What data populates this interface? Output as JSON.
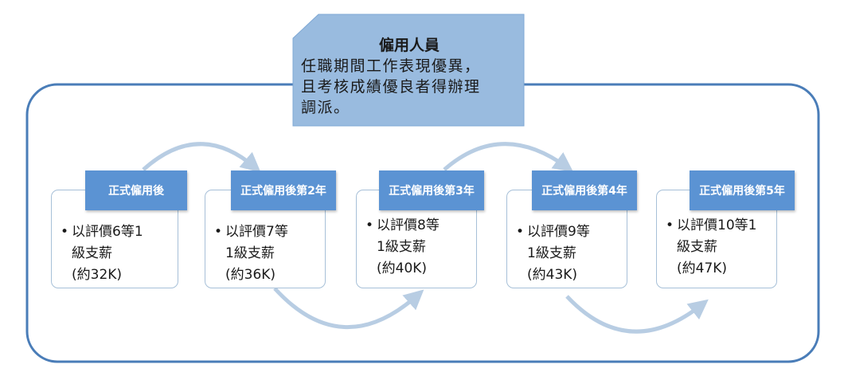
{
  "callout": {
    "title": "僱用人員",
    "lines": [
      "任職期間工作表現優異，",
      "且考核成績優良者得辦理",
      "調派。"
    ]
  },
  "stages": [
    {
      "header": "正式僱用後",
      "lines": [
        "以評價6等1",
        "級支薪",
        "(約32K)"
      ]
    },
    {
      "header": "正式僱用後第2年",
      "lines": [
        "以評價7等",
        "1級支薪",
        "(約36K)"
      ]
    },
    {
      "header": "正式僱用後第3年",
      "lines": [
        "以評價8等",
        "1級支薪",
        "(約40K)"
      ]
    },
    {
      "header": "正式僱用後第4年",
      "lines": [
        "以評價9等",
        "1級支薪",
        "(約43K)"
      ]
    },
    {
      "header": "正式僱用後第5年",
      "lines": [
        "以評價10等1",
        "級支薪",
        "(約47K)"
      ]
    }
  ],
  "bullet": "•",
  "colors": {
    "frame": "#4a7db8",
    "callout_fill": "#99bbdf",
    "header_fill": "#5b93d3",
    "card_border": "#a7c0d8",
    "arrow": "#b8cde3"
  }
}
